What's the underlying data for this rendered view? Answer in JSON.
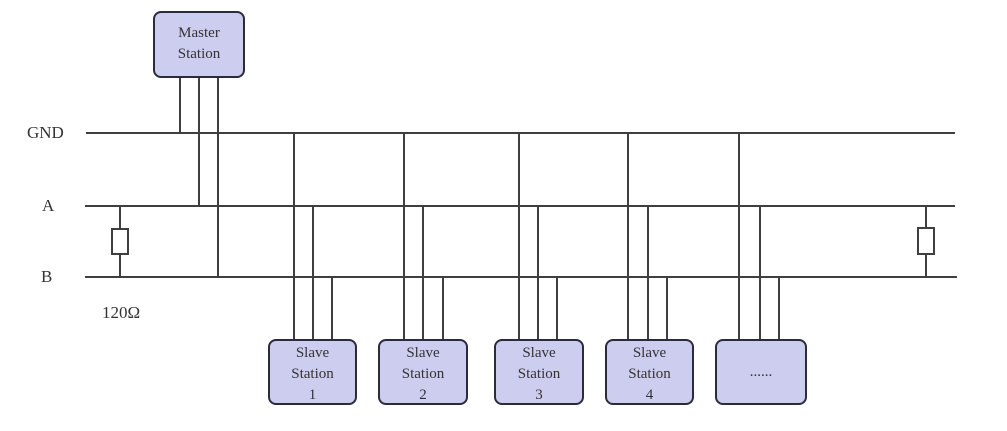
{
  "diagram": {
    "bus_labels": {
      "gnd": "GND",
      "a": "A",
      "b": "B"
    },
    "termination_resistor_label": "120Ω",
    "master": {
      "lines": [
        "Master",
        "Station"
      ]
    },
    "slaves": [
      {
        "lines": [
          "Slave",
          "Station",
          "1"
        ]
      },
      {
        "lines": [
          "Slave",
          "Station",
          "2"
        ]
      },
      {
        "lines": [
          "Slave",
          "Station",
          "3"
        ]
      },
      {
        "lines": [
          "Slave",
          "Station",
          "4"
        ]
      },
      {
        "lines": [
          "......"
        ]
      }
    ],
    "colors": {
      "station_fill": "#cdcdf0",
      "station_border": "#2b2b3c",
      "wire": "#3f3f3f",
      "text": "#333333",
      "background": "#ffffff"
    }
  }
}
